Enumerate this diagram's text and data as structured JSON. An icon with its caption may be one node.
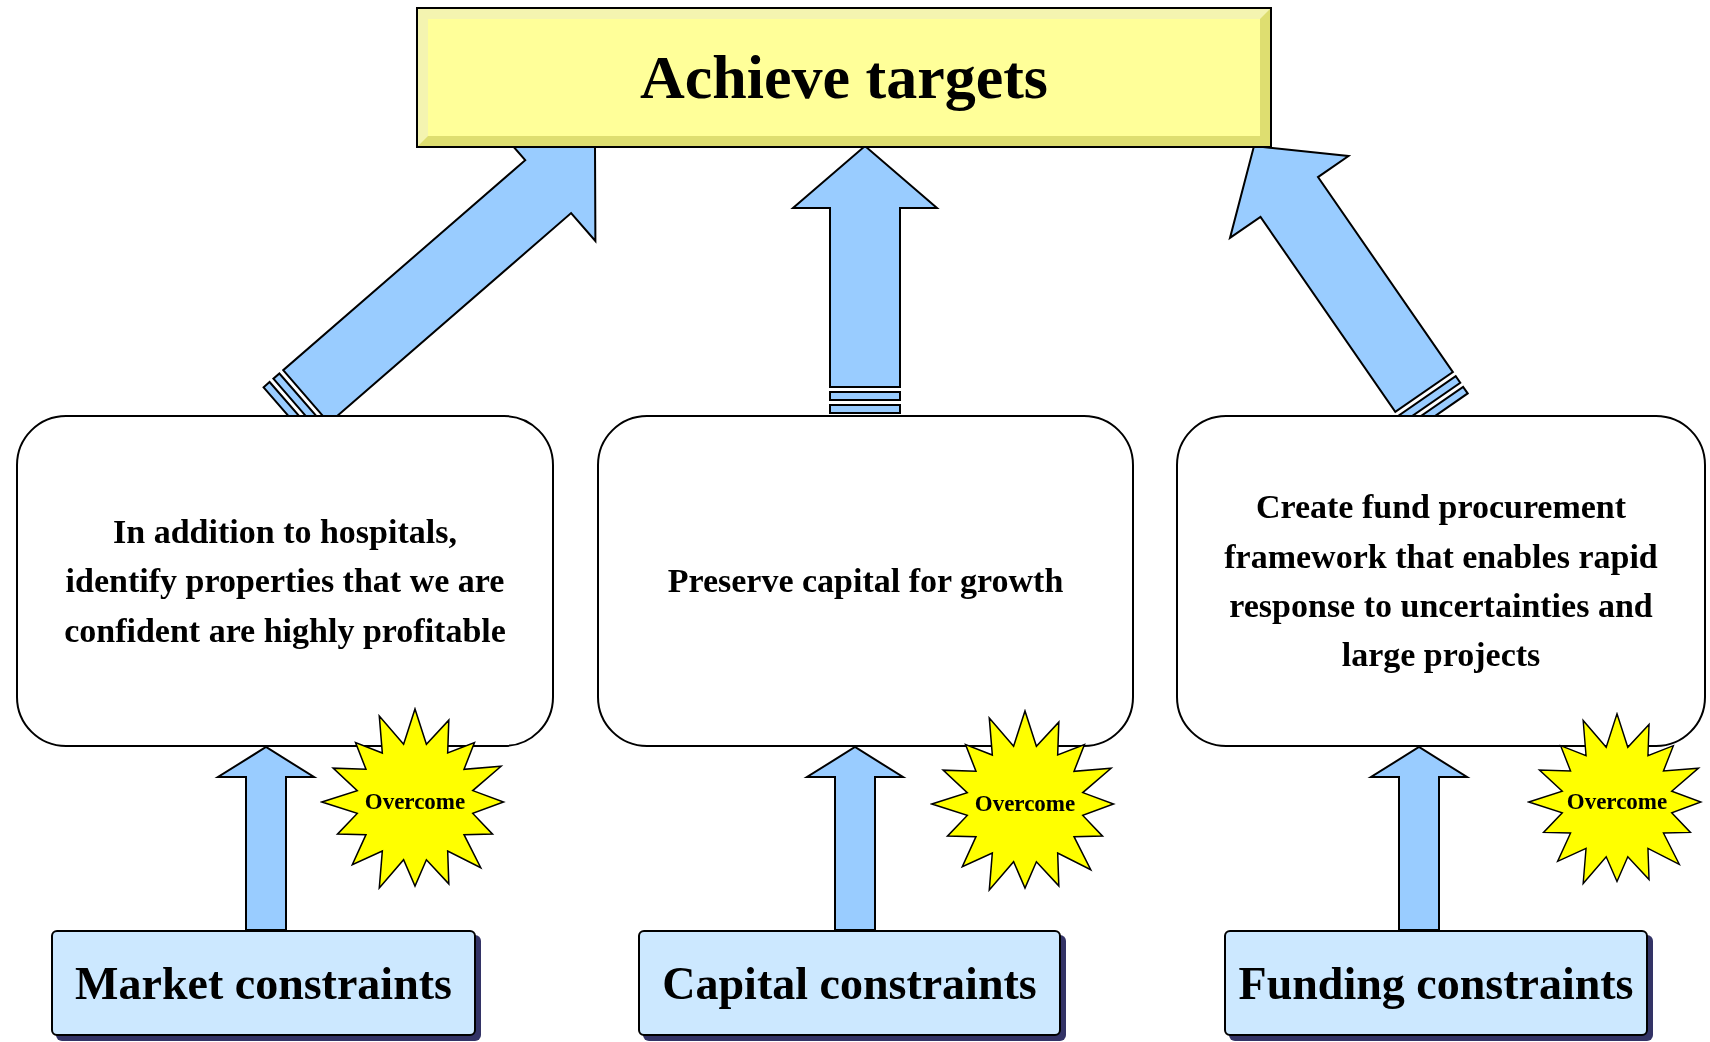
{
  "diagram": {
    "nodes": [
      {
        "text": [
          "Achieve targets"
        ]
      },
      {
        "text": [
          "In addition to hospitals, identify properties that we are confident are highly profitable"
        ]
      },
      {
        "text": [
          "Preserve capital for growth"
        ]
      },
      {
        "text": [
          "Create fund procurement framework that enables rapid response to uncertainties and large projects"
        ]
      },
      {
        "text": [
          "Overcome"
        ]
      },
      {
        "text": [
          "Overcome"
        ]
      },
      {
        "text": [
          "Overcome"
        ]
      },
      {
        "text": [
          "Market constraints"
        ]
      },
      {
        "text": [
          "Capital constraints"
        ]
      },
      {
        "text": [
          "Funding constraints"
        ]
      }
    ],
    "edges": [
      {
        "from": 1,
        "to": 0,
        "arrow": "to"
      },
      {
        "from": 2,
        "to": 0,
        "arrow": "to"
      },
      {
        "from": 3,
        "to": 0,
        "arrow": "to"
      },
      {
        "from": 7,
        "to": 1,
        "arrow": "to"
      },
      {
        "from": 8,
        "to": 2,
        "arrow": "to"
      },
      {
        "from": 9,
        "to": 3,
        "arrow": "to"
      }
    ]
  }
}
